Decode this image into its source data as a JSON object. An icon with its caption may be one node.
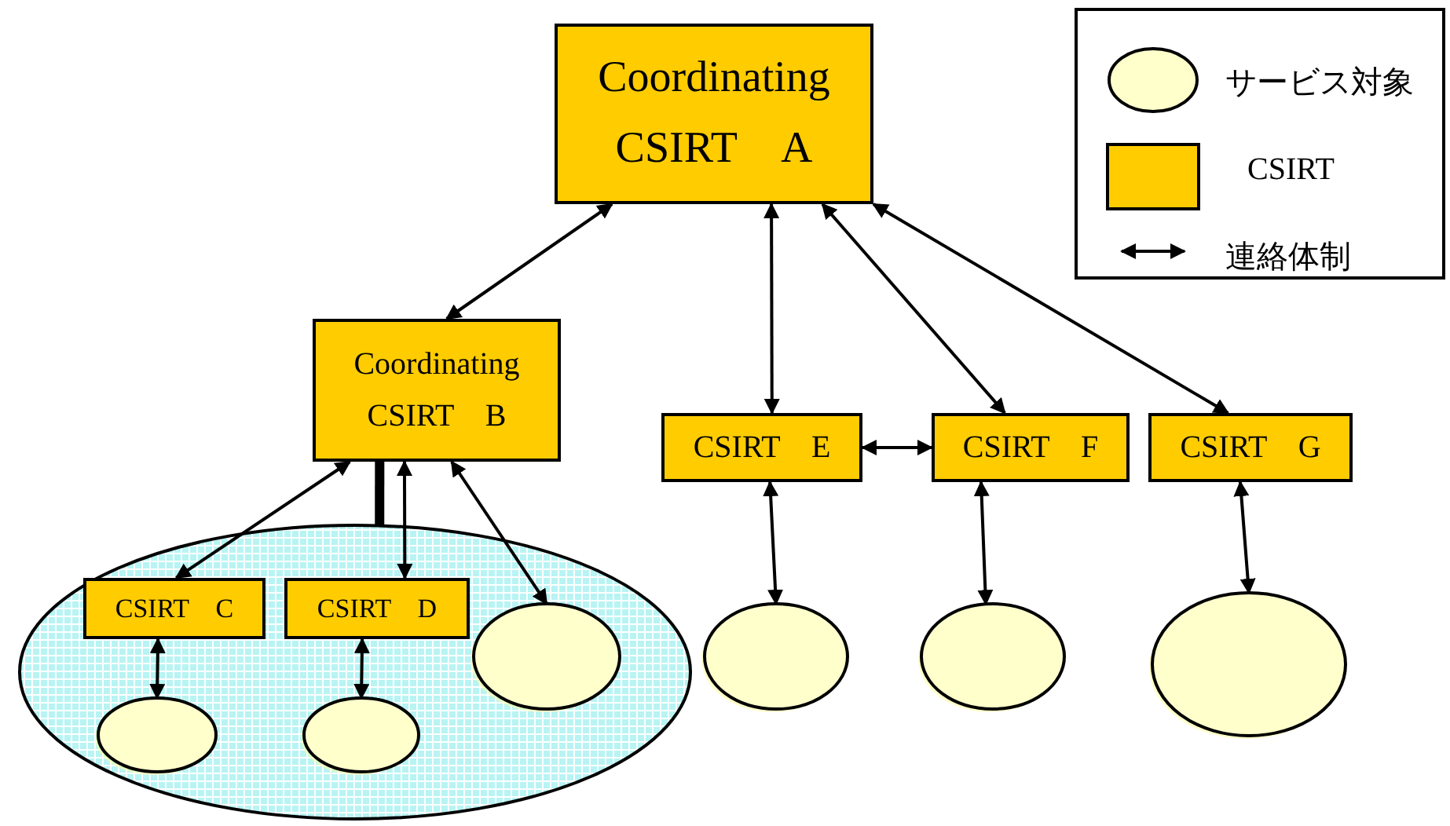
{
  "diagram": {
    "nodes": [
      {
        "text": [
          "Coordinating",
          "CSIRT　A"
        ]
      },
      {
        "text": [
          "Coordinating",
          "CSIRT　B"
        ]
      },
      {
        "text": [
          "CSIRT　E"
        ]
      },
      {
        "text": [
          "CSIRT　F"
        ]
      },
      {
        "text": [
          "CSIRT　G"
        ]
      },
      {
        "text": [],
        "shape": "circle"
      },
      {
        "text": [
          "CSIRT　C"
        ],
        "in": 5
      },
      {
        "text": [
          "CSIRT　D"
        ],
        "in": 5
      },
      {
        "text": [],
        "shape": "circle",
        "in": 5
      },
      {
        "text": [],
        "shape": "circle",
        "in": 5
      },
      {
        "text": [],
        "shape": "circle",
        "in": 5
      },
      {
        "text": [],
        "shape": "circle"
      },
      {
        "text": [],
        "shape": "circle"
      },
      {
        "text": [],
        "shape": "circle"
      }
    ],
    "edges": [
      {
        "from": 0,
        "to": 1,
        "arrow": "both"
      },
      {
        "from": 0,
        "to": 2,
        "arrow": "both"
      },
      {
        "from": 0,
        "to": 3,
        "arrow": "both"
      },
      {
        "from": 0,
        "to": 4,
        "arrow": "both"
      },
      {
        "from": 2,
        "to": 3,
        "arrow": "both"
      },
      {
        "from": 1,
        "to": 5,
        "arrow": "none",
        "style": "thick"
      },
      {
        "from": 1,
        "to": 6,
        "arrow": "both"
      },
      {
        "from": 1,
        "to": 7,
        "arrow": "both"
      },
      {
        "from": 1,
        "to": 8,
        "arrow": "both"
      },
      {
        "from": 6,
        "to": 9,
        "arrow": "both"
      },
      {
        "from": 7,
        "to": 10,
        "arrow": "both"
      },
      {
        "from": 2,
        "to": 11,
        "arrow": "both"
      },
      {
        "from": 3,
        "to": 12,
        "arrow": "both"
      },
      {
        "from": 4,
        "to": 13,
        "arrow": "both"
      }
    ],
    "legend": [
      {
        "text": "サービス対象"
      },
      {
        "text": "CSIRT",
        "color": "#ffcc00"
      },
      {
        "text": "連絡体制"
      }
    ]
  }
}
